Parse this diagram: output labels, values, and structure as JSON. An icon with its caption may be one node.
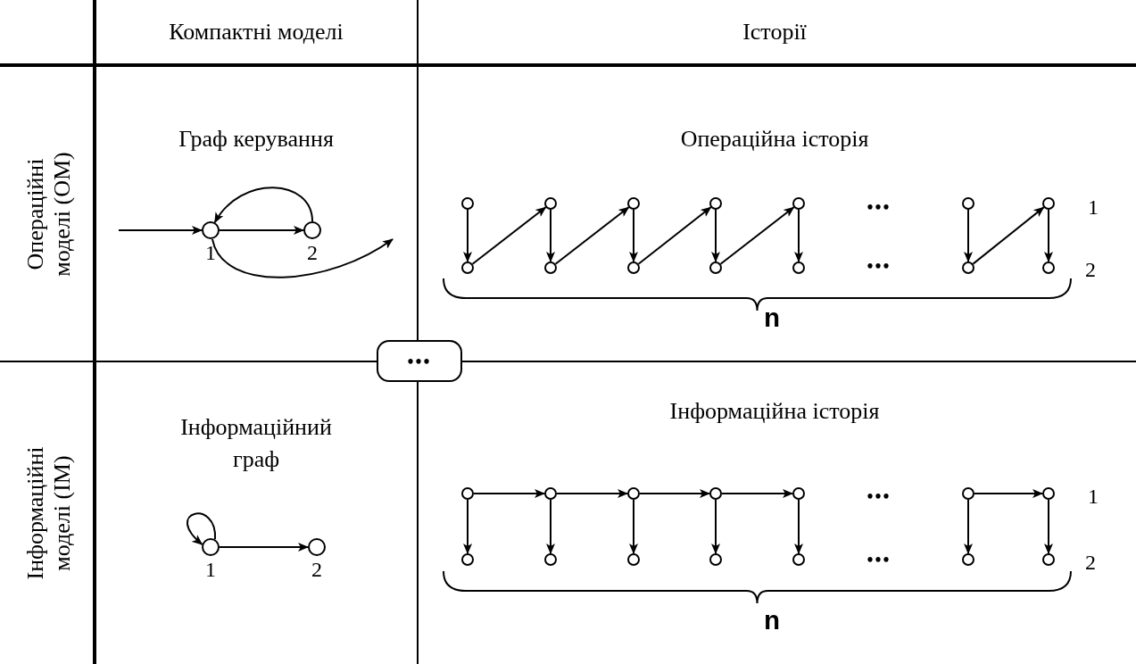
{
  "diagram": {
    "nodes": [
      {
        "text": [],
        "shape": "circle",
        "beside": [
          "1"
        ]
      },
      {
        "text": [],
        "shape": "circle",
        "beside": [
          "2"
        ]
      },
      {
        "text": [],
        "shape": "circle"
      },
      {
        "text": [],
        "shape": "circle"
      },
      {
        "text": [],
        "shape": "circle"
      },
      {
        "text": [],
        "shape": "circle"
      },
      {
        "text": [],
        "shape": "circle"
      },
      {
        "text": [],
        "shape": "circle"
      },
      {
        "text": [],
        "shape": "circle"
      },
      {
        "text": [],
        "shape": "circle"
      },
      {
        "text": [],
        "shape": "circle"
      },
      {
        "text": [],
        "shape": "circle"
      },
      {
        "text": [],
        "shape": "circle"
      },
      {
        "text": [],
        "shape": "circle"
      },
      {
        "text": [],
        "shape": "circle"
      },
      {
        "text": [],
        "shape": "circle"
      },
      {
        "text": [
          "•••"
        ]
      },
      {
        "text": [],
        "shape": "circle",
        "beside": [
          "1"
        ]
      },
      {
        "text": [],
        "shape": "circle",
        "beside": [
          "2"
        ]
      },
      {
        "text": [],
        "shape": "circle"
      },
      {
        "text": [],
        "shape": "circle"
      },
      {
        "text": [],
        "shape": "circle"
      },
      {
        "text": [],
        "shape": "circle"
      },
      {
        "text": [],
        "shape": "circle"
      },
      {
        "text": [],
        "shape": "circle"
      },
      {
        "text": [],
        "shape": "circle"
      },
      {
        "text": [],
        "shape": "circle"
      },
      {
        "text": [],
        "shape": "circle"
      },
      {
        "text": [],
        "shape": "circle"
      },
      {
        "text": [],
        "shape": "circle"
      },
      {
        "text": [],
        "shape": "circle"
      },
      {
        "text": [],
        "shape": "circle"
      },
      {
        "text": [],
        "shape": "circle"
      }
    ],
    "edges": [
      {
        "from": null,
        "to": 0,
        "arrow": "to"
      },
      {
        "from": 0,
        "to": 1,
        "arrow": "to"
      },
      {
        "from": 1,
        "to": 0,
        "arrow": "to"
      },
      {
        "from": 0,
        "to": null,
        "arrow": "to"
      },
      {
        "from": 2,
        "to": 9,
        "arrow": "to"
      },
      {
        "from": 3,
        "to": 10,
        "arrow": "to"
      },
      {
        "from": 4,
        "to": 11,
        "arrow": "to"
      },
      {
        "from": 5,
        "to": 12,
        "arrow": "to"
      },
      {
        "from": 6,
        "to": 13,
        "arrow": "to"
      },
      {
        "from": 7,
        "to": 14,
        "arrow": "to"
      },
      {
        "from": 8,
        "to": 15,
        "arrow": "to"
      },
      {
        "from": 9,
        "to": 3,
        "arrow": "to"
      },
      {
        "from": 10,
        "to": 4,
        "arrow": "to"
      },
      {
        "from": 11,
        "to": 5,
        "arrow": "to"
      },
      {
        "from": 12,
        "to": 6,
        "arrow": "to"
      },
      {
        "from": 14,
        "to": 8,
        "arrow": "to"
      },
      {
        "from": 17,
        "to": 17,
        "arrow": "to"
      },
      {
        "from": 17,
        "to": 18,
        "arrow": "to"
      },
      {
        "from": 19,
        "to": 20,
        "arrow": "to"
      },
      {
        "from": 20,
        "to": 21,
        "arrow": "to"
      },
      {
        "from": 21,
        "to": 22,
        "arrow": "to"
      },
      {
        "from": 22,
        "to": 23,
        "arrow": "to"
      },
      {
        "from": 24,
        "to": 25,
        "arrow": "to"
      },
      {
        "from": 19,
        "to": 26,
        "arrow": "to"
      },
      {
        "from": 20,
        "to": 27,
        "arrow": "to"
      },
      {
        "from": 21,
        "to": 28,
        "arrow": "to"
      },
      {
        "from": 22,
        "to": 29,
        "arrow": "to"
      },
      {
        "from": 23,
        "to": 30,
        "arrow": "to"
      },
      {
        "from": 24,
        "to": 31,
        "arrow": "to"
      },
      {
        "from": 25,
        "to": 32,
        "arrow": "to"
      }
    ],
    "labels": [
      "Компактні моделі",
      "Історії",
      "Операційні моделі (ОМ)",
      "Граф керування",
      "Операційна історія",
      "•••",
      "1",
      "•••",
      "2",
      "n",
      "Інформаційні моделі (ІМ)",
      "Інформаційний граф",
      "Інформаційна історія",
      "•••",
      "1",
      "•••",
      "2",
      "n"
    ]
  }
}
